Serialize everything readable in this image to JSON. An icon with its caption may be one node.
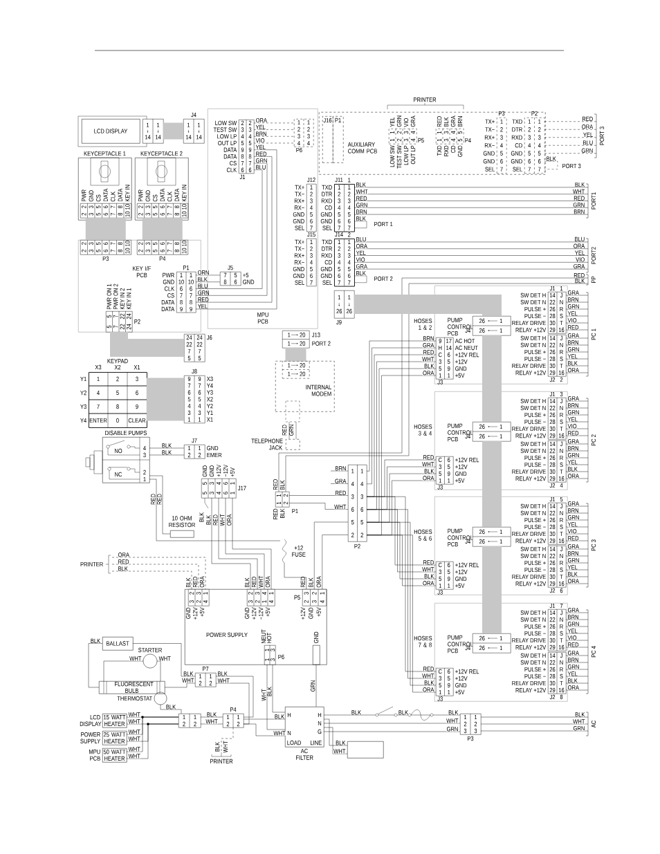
{
  "diagram": {
    "nodes": [
      {
        "text": [
          "LCD DISPLAY"
        ]
      },
      {
        "text": [
          "1",
          "1",
          "14",
          "14"
        ]
      },
      {
        "text": [
          "J4",
          "1",
          "1",
          "14",
          "14"
        ]
      },
      {
        "text": [
          "MPU PCB"
        ]
      },
      {
        "text": [
          "2",
          "2",
          "3",
          "3",
          "4",
          "4",
          "5",
          "5",
          "9",
          "9",
          "8",
          "8",
          "7",
          "7",
          "6",
          "6",
          "J1"
        ],
        "beside": [
          "LOW SW",
          "TEST SW",
          "LOW LP",
          "OUT LP",
          "DATA",
          "DATA",
          "CS",
          "CLK"
        ],
        "in": 3
      },
      {
        "text": [
          "1",
          "1",
          "2",
          "2",
          "3",
          "3",
          "4",
          "4",
          "P6"
        ],
        "in": 3
      },
      {
        "text": [
          "AUXILIARY COMM PCB"
        ]
      },
      {
        "text": [
          "J16"
        ],
        "in": 6
      },
      {
        "text": [
          "P1"
        ],
        "in": 6
      },
      {
        "text": [
          "1",
          "2",
          "3",
          "4",
          "1",
          "2",
          "3",
          "4",
          "P5"
        ],
        "beside": [
          "YEL",
          "GRN",
          "VIO",
          "GRA",
          "LOW SW",
          "TEST SW",
          "LOW LP",
          "OUT LP"
        ],
        "in": 6
      },
      {
        "text": [
          "1",
          "3",
          "4",
          "5",
          "1",
          "3",
          "4",
          "5",
          "P4"
        ],
        "beside": [
          "RED",
          "BLK",
          "GRA",
          "BRN",
          "TXD",
          "RXD",
          "CD",
          "GND"
        ],
        "in": 6
      },
      {
        "text": [
          "PRINTER"
        ]
      },
      {
        "text": [
          "P3",
          "1",
          "2",
          "3",
          "4",
          "5",
          "6",
          "7"
        ],
        "beside": [
          "TX+",
          "TX−",
          "RX+",
          "RX−",
          "GND",
          "GND",
          "SEL"
        ],
        "in": 6
      },
      {
        "text": [
          "P2",
          "1",
          "1",
          "2",
          "2",
          "3",
          "3",
          "4",
          "4",
          "5",
          "5",
          "6",
          "6",
          "7",
          "7"
        ],
        "beside": [
          "TXD",
          "DTR",
          "RXD",
          "CD",
          "GND",
          "GND",
          "SEL"
        ],
        "in": 6
      },
      {
        "text": [
          "PORT 3"
        ],
        "beside": [
          "RED",
          "ORA",
          "YEL",
          "BLU",
          "GRN"
        ]
      },
      {
        "text": [
          "J12",
          "1",
          "2",
          "3",
          "4",
          "5",
          "6",
          "7"
        ],
        "beside": [
          "TX+",
          "TX−",
          "RX+",
          "RX−",
          "GND",
          "GND",
          "SEL"
        ],
        "in": 3
      },
      {
        "text": [
          "J11",
          "1",
          "1",
          "2",
          "2",
          "3",
          "3",
          "4",
          "4",
          "5",
          "5",
          "6",
          "6",
          "7",
          "7"
        ],
        "beside": [
          "TXD",
          "DTR",
          "RXD",
          "CD",
          "GND",
          "GND",
          "SEL"
        ]
      },
      {
        "text": [
          "PORT1"
        ],
        "beside": [
          "BLK",
          "WHT",
          "RED",
          "GRN",
          "BRN"
        ]
      },
      {
        "text": [
          "J15",
          "1",
          "2",
          "3",
          "4",
          "5",
          "6",
          "7"
        ],
        "beside": [
          "TX+",
          "TX−",
          "RX+",
          "RX−",
          "GND",
          "GND",
          "SEL"
        ],
        "in": 3
      },
      {
        "text": [
          "J14",
          "1",
          "1",
          "2",
          "2",
          "3",
          "3",
          "4",
          "4",
          "5",
          "5",
          "6",
          "6",
          "7",
          "7"
        ],
        "beside": [
          "TXD",
          "DTR",
          "RXD",
          "CD",
          "GND",
          "GND",
          "SEL"
        ]
      },
      {
        "text": [
          "PORT2"
        ],
        "beside": [
          "BLU",
          "ORA",
          "YEL",
          "VIO",
          "GRA"
        ]
      },
      {
        "text": [
          "PP"
        ],
        "beside": [
          "RED",
          "BLK"
        ]
      },
      {
        "text": [
          "1",
          "1",
          "26",
          "26",
          "J9"
        ]
      },
      {
        "text": [
          "KEYCEPTACLE 1"
        ]
      },
      {
        "text": [
          "2",
          "3",
          "5",
          "6",
          "7",
          "8",
          "10",
          "2",
          "3",
          "5",
          "6",
          "7",
          "8",
          "10"
        ],
        "beside": [
          "PWR",
          "GND",
          "CS",
          "DATA",
          "CLK",
          "DATA",
          "KEY IN"
        ],
        "in": 23
      },
      {
        "text": [
          "KEYCEPTACLE 2"
        ]
      },
      {
        "text": [
          "2",
          "3",
          "5",
          "6",
          "7",
          "8",
          "10",
          "2",
          "3",
          "5",
          "6",
          "7",
          "8",
          "10"
        ],
        "beside": [
          "PWR",
          "GND",
          "CS",
          "DATA",
          "CLK",
          "DATA",
          "KEY IN"
        ],
        "in": 25
      },
      {
        "text": [
          "2",
          "3",
          "5",
          "6",
          "7",
          "8",
          "10",
          "2",
          "3",
          "5",
          "6",
          "7",
          "8",
          "10",
          "P3"
        ],
        "in": 29
      },
      {
        "text": [
          "2",
          "3",
          "5",
          "6",
          "7",
          "8",
          "10",
          "2",
          "3",
          "5",
          "6",
          "7",
          "8",
          "10",
          "P4"
        ],
        "in": 29
      },
      {
        "text": [
          "KEY I/F PCB"
        ]
      },
      {
        "text": [
          "P1",
          "1",
          "1",
          "10",
          "10",
          "6",
          "6",
          "7",
          "7",
          "8",
          "8",
          "9",
          "9"
        ],
        "beside": [
          "PWR",
          "GND",
          "CLK",
          "CS",
          "DATA",
          "DATA",
          "BLU",
          "GRN",
          "RED",
          "YEL"
        ],
        "in": 29
      },
      {
        "text": [
          "J5",
          "7",
          "5",
          "8",
          "6"
        ],
        "beside": [
          "+5",
          "GND"
        ],
        "in": 3
      },
      {
        "text": [
          "5",
          "7",
          "22",
          "24",
          "5",
          "7",
          "22",
          "24",
          "P2"
        ],
        "beside": [
          "PWR ON 1",
          "PWR ON 2",
          "KEY IN 2",
          "KEY IN 1"
        ],
        "in": 29
      },
      {
        "text": [
          "24",
          "24",
          "22",
          "22",
          "7",
          "7",
          "5",
          "5",
          "J6"
        ]
      },
      {
        "text": [
          "KEYPAD",
          "1",
          "2",
          "3",
          "4",
          "5",
          "6",
          "7",
          "8",
          "9",
          "ENTER",
          "0",
          "CLEAR"
        ],
        "beside": [
          "X3",
          "X2",
          "X1",
          "Y1",
          "Y2",
          "Y3",
          "Y4"
        ]
      },
      {
        "text": [
          "J8",
          "9",
          "9",
          "7",
          "7",
          "6",
          "6",
          "5",
          "5",
          "4",
          "4",
          "3",
          "3",
          "1",
          "1"
        ],
        "beside": [
          "X3",
          "Y4",
          "Y3",
          "X2",
          "Y2",
          "Y1",
          "X1"
        ]
      },
      {
        "text": [
          "DISABLE PUMPS",
          "NO",
          "NC",
          "4",
          "3",
          "2",
          "1"
        ]
      },
      {
        "text": [
          "J7",
          "1",
          "1",
          "2",
          "2"
        ],
        "beside": [
          "GND",
          "EMER"
        ]
      },
      {
        "text": [
          "5",
          "3",
          "4",
          "6",
          "1",
          "5",
          "3",
          "4",
          "6",
          "1",
          "J17"
        ],
        "beside": [
          "GND",
          "GND",
          "+12V",
          "−12V",
          "+5V"
        ]
      },
      {
        "text": [
          "1",
          "20",
          "1",
          "20",
          "J13"
        ],
        "beside": [
          "PORT 2"
        ]
      },
      {
        "text": [
          "1",
          "20",
          "1",
          "20"
        ],
        "in": 41
      },
      {
        "text": [
          "INTERNAL MODEM"
        ]
      },
      {
        "text": [
          "TELEPHONE JACK"
        ],
        "beside": [
          "RED",
          "GRN"
        ]
      },
      {
        "text": [
          "PUMP CONTROL PCB"
        ],
        "beside": [
          "HOSES 1 & 2"
        ]
      },
      {
        "text": [
          "J4",
          "26",
          "1",
          "26",
          "1"
        ],
        "in": 43
      },
      {
        "text": [
          "J1",
          "14",
          "J",
          "22",
          "N",
          "26",
          "R",
          "28",
          "S",
          "30",
          "T",
          "29",
          "16"
        ],
        "beside": [
          "SW DET H",
          "SW DET N",
          "PULSE +",
          "PULSE −",
          "RELAY DRIVE",
          "RELAY +12V",
          "1"
        ],
        "in": 43
      },
      {
        "text": [
          "14",
          "J",
          "22",
          "N",
          "26",
          "R",
          "28",
          "S",
          "30",
          "T",
          "29",
          "16",
          "J2"
        ],
        "beside": [
          "SW DET H",
          "SW DET N",
          "PULSE +",
          "PULSE −",
          "RELAY DRIVE",
          "RELAY +12V",
          "2"
        ],
        "in": 43
      },
      {
        "text": [
          "9",
          "17",
          "H",
          "14",
          "C",
          "6",
          "3",
          "5",
          "5",
          "9",
          "1",
          "1",
          "J3"
        ],
        "beside": [
          "AC HOT",
          "AC NEUT",
          "+12V REL",
          "+12V",
          "GND",
          "+5V"
        ],
        "in": 43
      },
      {
        "text": [
          "PC 1"
        ]
      },
      {
        "text": [
          "PUMP CONTROL PCB"
        ],
        "beside": [
          "HOSES 3 & 4"
        ]
      },
      {
        "text": [
          "J4",
          "26",
          "1",
          "26",
          "1"
        ],
        "in": 49
      },
      {
        "text": [
          "J1",
          "14",
          "J",
          "22",
          "N",
          "26",
          "R",
          "28",
          "S",
          "30",
          "T",
          "29",
          "16"
        ],
        "beside": [
          "SW DET H",
          "SW DET N",
          "PULSE +",
          "PULSE −",
          "RELAY DRIVE",
          "RELAY +12V",
          "3"
        ],
        "in": 49
      },
      {
        "text": [
          "14",
          "J",
          "22",
          "N",
          "26",
          "R",
          "28",
          "S",
          "30",
          "T",
          "29",
          "16",
          "J2"
        ],
        "beside": [
          "SW DET H",
          "SW DET N",
          "PULSE +",
          "PULSE −",
          "RELAY DRIVE",
          "RELAY +12V",
          "4"
        ],
        "in": 49
      },
      {
        "text": [
          "C",
          "6",
          "3",
          "5",
          "5",
          "9",
          "1",
          "1",
          "J3"
        ],
        "beside": [
          "+12V REL",
          "+12V",
          "GND",
          "+5V"
        ],
        "in": 49
      },
      {
        "text": [
          "PC 2"
        ]
      },
      {
        "text": [
          "PUMP CONTROL PCB"
        ],
        "beside": [
          "HOSES 5 & 6"
        ]
      },
      {
        "text": [
          "J4",
          "26",
          "1",
          "26",
          "1"
        ],
        "in": 55
      },
      {
        "text": [
          "J1",
          "14",
          "J",
          "22",
          "N",
          "26",
          "R",
          "28",
          "S",
          "30",
          "T",
          "29",
          "16"
        ],
        "beside": [
          "SW DET H",
          "SW DET N",
          "PULSE +",
          "PULSE −",
          "RELAY DRIVE",
          "RELAY +12V",
          "5"
        ],
        "in": 55
      },
      {
        "text": [
          "14",
          "J",
          "22",
          "N",
          "26",
          "R",
          "28",
          "S",
          "30",
          "T",
          "29",
          "16",
          "J2"
        ],
        "beside": [
          "SW DET H",
          "SW DET N",
          "PULSE +",
          "PULSE −",
          "RELAY DRIVE",
          "RELAY +12V",
          "6"
        ],
        "in": 55
      },
      {
        "text": [
          "C",
          "6",
          "3",
          "5",
          "5",
          "9",
          "1",
          "1",
          "J3"
        ],
        "beside": [
          "+12V REL",
          "+12V",
          "GND",
          "+5V"
        ],
        "in": 55
      },
      {
        "text": [
          "PC 3"
        ]
      },
      {
        "text": [
          "PUMP CONTROL PCB"
        ],
        "beside": [
          "HOSES 7 & 8"
        ]
      },
      {
        "text": [
          "J4",
          "26",
          "1",
          "26",
          "1"
        ],
        "in": 61
      },
      {
        "text": [
          "J1",
          "14",
          "J",
          "22",
          "N",
          "26",
          "R",
          "28",
          "S",
          "30",
          "T",
          "29",
          "16"
        ],
        "beside": [
          "SW DET H",
          "SW DET N",
          "PULSE +",
          "PULSE −",
          "RELAY DRIVE",
          "RELAY +12V",
          "7"
        ],
        "in": 61
      },
      {
        "text": [
          "14",
          "J",
          "22",
          "N",
          "26",
          "R",
          "28",
          "S",
          "30",
          "T",
          "29",
          "16",
          "J2"
        ],
        "beside": [
          "SW DET H",
          "SW DET N",
          "PULSE +",
          "PULSE −",
          "RELAY DRIVE",
          "RELAY +12V",
          "8"
        ],
        "in": 61
      },
      {
        "text": [
          "C",
          "6",
          "3",
          "5",
          "5",
          "9",
          "1",
          "1",
          "J3"
        ],
        "beside": [
          "+12V REL",
          "+12V",
          "GND",
          "+5V"
        ],
        "in": 61
      },
      {
        "text": [
          "PC 4"
        ]
      },
      {
        "text": [
          "1",
          "1",
          "4",
          "4",
          "3",
          "3",
          "6",
          "6",
          "5",
          "5",
          "2",
          "2",
          "P2"
        ]
      },
      {
        "text": [
          "1",
          "2",
          "1",
          "2",
          "P1"
        ],
        "beside": [
          "RED",
          "BLK",
          "RED",
          "BLK"
        ]
      },
      {
        "text": [
          "10 OHM RESISTOR"
        ]
      },
      {
        "text": [
          "+12 FUSE"
        ]
      },
      {
        "text": [
          "PRINTER"
        ]
      },
      {
        "text": [
          "POWER SUPPLY"
        ]
      },
      {
        "text": [
          "2",
          "3",
          "1",
          "3",
          "2",
          "4"
        ],
        "beside": [
          "BLK",
          "RED",
          "ORA",
          "GND",
          "+12V",
          "+5V"
        ],
        "in": 72
      },
      {
        "text": [
          "2",
          "3",
          "4",
          "1",
          "3",
          "2",
          "1",
          "4"
        ],
        "beside": [
          "BLK",
          "RED",
          "WHT",
          "ORA",
          "GND",
          "+12V",
          "−12V",
          "+5V"
        ],
        "in": 72
      },
      {
        "text": [
          "P5",
          "3",
          "2",
          "1",
          "2",
          "3",
          "4"
        ],
        "beside": [
          "RED",
          "BLK",
          "ORA",
          "+12V",
          "GND",
          "+5V"
        ],
        "in": 72
      },
      {
        "text": [
          "1",
          "3",
          "1",
          "3",
          "P6"
        ],
        "beside": [
          "NEUT",
          "HOT"
        ],
        "in": 72
      },
      {
        "text": [
          "GND"
        ],
        "in": 72
      },
      {
        "text": [
          "BALLAST"
        ]
      },
      {
        "text": [
          "STARTER"
        ]
      },
      {
        "text": [
          "FLUORESCENT BULB"
        ]
      },
      {
        "text": [
          "P7",
          "1",
          "1",
          "2",
          "2"
        ]
      },
      {
        "text": [
          "THERMOSTAT"
        ]
      },
      {
        "text": [
          "15 WATT HEATER"
        ],
        "beside": [
          "LCD DISPLAY"
        ]
      },
      {
        "text": [
          "25 WATT HEATER"
        ],
        "beside": [
          "POWER SUPPLY"
        ]
      },
      {
        "text": [
          "50 WATT HEATER"
        ],
        "beside": [
          "MPU PCB"
        ]
      },
      {
        "text": [
          "1",
          "1",
          "2",
          "2"
        ]
      },
      {
        "text": [
          "P4",
          "1",
          "1",
          "2",
          "2"
        ]
      },
      {
        "text": [
          "PRINTER"
        ],
        "beside": [
          "BLK",
          "WHT"
        ]
      },
      {
        "text": [
          "H",
          "N",
          "H",
          "N",
          "G",
          "LOAD",
          "LINE",
          "AC FILTER"
        ]
      },
      {
        "text": [],
        "shape": "box"
      },
      {
        "text": [
          "1",
          "1",
          "2",
          "2",
          "3",
          "3",
          "P3"
        ]
      },
      {
        "text": [
          "AC"
        ]
      }
    ],
    "edges": [
      {
        "from": 4,
        "to": 5,
        "arrow": "none",
        "label": "ORA",
        "style": "dashed"
      },
      {
        "from": 4,
        "to": 5,
        "arrow": "none",
        "label": "YEL",
        "style": "dashed"
      },
      {
        "from": 4,
        "to": 5,
        "arrow": "none",
        "label": "BRN",
        "style": "dashed"
      },
      {
        "from": 4,
        "to": 5,
        "arrow": "none",
        "label": "VIO",
        "style": "dashed"
      },
      {
        "from": 4,
        "to": 30,
        "arrow": "none",
        "label": "YEL"
      },
      {
        "from": 4,
        "to": 30,
        "arrow": "none",
        "label": "RED"
      },
      {
        "from": 4,
        "to": 30,
        "arrow": "none",
        "label": "GRN"
      },
      {
        "from": 4,
        "to": 30,
        "arrow": "none",
        "label": "BLU"
      },
      {
        "from": 30,
        "to": 31,
        "arrow": "none",
        "label": "ORN"
      },
      {
        "from": 30,
        "to": 31,
        "arrow": "none",
        "label": "BLK"
      },
      {
        "from": 16,
        "to": 17,
        "arrow": "none",
        "label": "BLK"
      },
      {
        "from": 16,
        "to": 17,
        "arrow": "none",
        "label": "WHT"
      },
      {
        "from": 16,
        "to": 17,
        "arrow": "none",
        "label": "RED"
      },
      {
        "from": 16,
        "to": 17,
        "arrow": "none",
        "label": "GRN"
      },
      {
        "from": 16,
        "to": 17,
        "arrow": "none",
        "label": "BRN"
      },
      {
        "from": 19,
        "to": 20,
        "arrow": "none",
        "label": "BLU"
      },
      {
        "from": 19,
        "to": 20,
        "arrow": "none",
        "label": "ORA"
      },
      {
        "from": 19,
        "to": 20,
        "arrow": "none",
        "label": "YEL"
      },
      {
        "from": 19,
        "to": 20,
        "arrow": "none",
        "label": "VIO"
      },
      {
        "from": 19,
        "to": 20,
        "arrow": "none",
        "label": "GRA"
      },
      {
        "from": 13,
        "to": 14,
        "arrow": "none",
        "style": "dashed"
      },
      {
        "from": 13,
        "to": 14,
        "arrow": "none",
        "style": "dashed"
      },
      {
        "from": 13,
        "to": 14,
        "arrow": "none",
        "style": "dashed"
      },
      {
        "from": 13,
        "to": 14,
        "arrow": "none",
        "style": "dashed"
      },
      {
        "from": 13,
        "to": 14,
        "arrow": "none",
        "style": "dashed"
      },
      {
        "from": 68,
        "to": 21,
        "arrow": "none"
      },
      {
        "from": 68,
        "to": 21,
        "arrow": "none"
      },
      {
        "from": 1,
        "to": 2,
        "arrow": "none",
        "style": "thick",
        "color": "#c7c7c7"
      },
      {
        "from": 24,
        "to": 27,
        "arrow": "none",
        "style": "thick",
        "color": "#c7c7c7"
      },
      {
        "from": 26,
        "to": 28,
        "arrow": "none",
        "style": "thick",
        "color": "#c7c7c7"
      },
      {
        "from": 32,
        "to": 33,
        "arrow": "none",
        "style": "thick",
        "color": "#c7c7c7"
      },
      {
        "from": 34,
        "to": 35,
        "arrow": "none",
        "style": "thick",
        "color": "#c7c7c7"
      },
      {
        "from": 39,
        "to": 40,
        "arrow": "none",
        "style": "thick",
        "color": "#c7c7c7"
      },
      {
        "from": 22,
        "to": 44,
        "arrow": "none",
        "style": "thick",
        "color": "#c7c7c7"
      },
      {
        "from": 44,
        "to": 50,
        "arrow": "none",
        "style": "thick",
        "color": "#c7c7c7"
      },
      {
        "from": 50,
        "to": 56,
        "arrow": "none",
        "style": "thick",
        "color": "#c7c7c7"
      },
      {
        "from": 56,
        "to": 62,
        "arrow": "none",
        "style": "thick",
        "color": "#c7c7c7"
      },
      {
        "from": 36,
        "to": 37,
        "arrow": "none",
        "label": "BLK"
      },
      {
        "from": 36,
        "to": 37,
        "arrow": "none",
        "label": "BLK"
      },
      {
        "from": 45,
        "to": 48,
        "arrow": "none",
        "label": "GRA"
      },
      {
        "from": 45,
        "to": 48,
        "arrow": "none",
        "label": "BRN"
      },
      {
        "from": 45,
        "to": 48,
        "arrow": "none",
        "label": "GRN"
      },
      {
        "from": 45,
        "to": 48,
        "arrow": "none",
        "label": "YEL"
      },
      {
        "from": 45,
        "to": 48,
        "arrow": "none",
        "label": "VIO"
      },
      {
        "from": 45,
        "to": 48,
        "arrow": "none",
        "label": "RED"
      },
      {
        "from": 46,
        "to": 48,
        "arrow": "none",
        "label": "GRA"
      },
      {
        "from": 46,
        "to": 48,
        "arrow": "none",
        "label": "BRN"
      },
      {
        "from": 46,
        "to": 48,
        "arrow": "none",
        "label": "GRN"
      },
      {
        "from": 46,
        "to": 48,
        "arrow": "none",
        "label": "YEL"
      },
      {
        "from": 46,
        "to": 48,
        "arrow": "none",
        "label": "BLK"
      },
      {
        "from": 46,
        "to": 48,
        "arrow": "none",
        "label": "ORA"
      },
      {
        "from": 51,
        "to": 54,
        "arrow": "none",
        "label": "GRA"
      },
      {
        "from": 51,
        "to": 54,
        "arrow": "none",
        "label": "BRN"
      },
      {
        "from": 51,
        "to": 54,
        "arrow": "none",
        "label": "GRN"
      },
      {
        "from": 51,
        "to": 54,
        "arrow": "none",
        "label": "YEL"
      },
      {
        "from": 51,
        "to": 54,
        "arrow": "none",
        "label": "VIO"
      },
      {
        "from": 51,
        "to": 54,
        "arrow": "none",
        "label": "RED"
      },
      {
        "from": 52,
        "to": 54,
        "arrow": "none",
        "label": "GRA"
      },
      {
        "from": 52,
        "to": 54,
        "arrow": "none",
        "label": "BRN"
      },
      {
        "from": 52,
        "to": 54,
        "arrow": "none",
        "label": "GRN"
      },
      {
        "from": 52,
        "to": 54,
        "arrow": "none",
        "label": "YEL"
      },
      {
        "from": 52,
        "to": 54,
        "arrow": "none",
        "label": "BLK"
      },
      {
        "from": 52,
        "to": 54,
        "arrow": "none",
        "label": "ORA"
      },
      {
        "from": 57,
        "to": 60,
        "arrow": "none",
        "label": "GRA"
      },
      {
        "from": 57,
        "to": 60,
        "arrow": "none",
        "label": "BRN"
      },
      {
        "from": 57,
        "to": 60,
        "arrow": "none",
        "label": "GRN"
      },
      {
        "from": 57,
        "to": 60,
        "arrow": "none",
        "label": "YEL"
      },
      {
        "from": 57,
        "to": 60,
        "arrow": "none",
        "label": "VIO"
      },
      {
        "from": 57,
        "to": 60,
        "arrow": "none",
        "label": "RED"
      },
      {
        "from": 58,
        "to": 60,
        "arrow": "none",
        "label": "GRA"
      },
      {
        "from": 58,
        "to": 60,
        "arrow": "none",
        "label": "BRN"
      },
      {
        "from": 58,
        "to": 60,
        "arrow": "none",
        "label": "GRN"
      },
      {
        "from": 58,
        "to": 60,
        "arrow": "none",
        "label": "YEL"
      },
      {
        "from": 58,
        "to": 60,
        "arrow": "none",
        "label": "BLK"
      },
      {
        "from": 58,
        "to": 60,
        "arrow": "none",
        "label": "ORA"
      },
      {
        "from": 63,
        "to": 66,
        "arrow": "none",
        "label": "GRA"
      },
      {
        "from": 63,
        "to": 66,
        "arrow": "none",
        "label": "BRN"
      },
      {
        "from": 63,
        "to": 66,
        "arrow": "none",
        "label": "GRN"
      },
      {
        "from": 63,
        "to": 66,
        "arrow": "none",
        "label": "YEL"
      },
      {
        "from": 63,
        "to": 66,
        "arrow": "none",
        "label": "VIO"
      },
      {
        "from": 63,
        "to": 66,
        "arrow": "none",
        "label": "RED"
      },
      {
        "from": 64,
        "to": 66,
        "arrow": "none",
        "label": "GRA"
      },
      {
        "from": 64,
        "to": 66,
        "arrow": "none",
        "label": "BRN"
      },
      {
        "from": 64,
        "to": 66,
        "arrow": "none",
        "label": "GRN"
      },
      {
        "from": 64,
        "to": 66,
        "arrow": "none",
        "label": "YEL"
      },
      {
        "from": 64,
        "to": 66,
        "arrow": "none",
        "label": "BLK"
      },
      {
        "from": 64,
        "to": 66,
        "arrow": "none",
        "label": "ORA"
      },
      {
        "from": 67,
        "to": 47,
        "arrow": "none",
        "label": "BRN"
      },
      {
        "from": 67,
        "to": 47,
        "arrow": "none",
        "label": "GRA"
      },
      {
        "from": 67,
        "to": 47,
        "arrow": "none",
        "label": "RED"
      },
      {
        "from": 67,
        "to": 47,
        "arrow": "none",
        "label": "WHT"
      },
      {
        "from": 67,
        "to": 47,
        "arrow": "none",
        "label": "BLK"
      },
      {
        "from": 67,
        "to": 47,
        "arrow": "none",
        "label": "ORA"
      },
      {
        "from": 67,
        "to": 53,
        "arrow": "none",
        "label": "RED"
      },
      {
        "from": 67,
        "to": 53,
        "arrow": "none",
        "label": "WHT"
      },
      {
        "from": 67,
        "to": 53,
        "arrow": "none",
        "label": "BLK"
      },
      {
        "from": 67,
        "to": 53,
        "arrow": "none",
        "label": "ORA"
      },
      {
        "from": 67,
        "to": 59,
        "arrow": "none",
        "label": "RED"
      },
      {
        "from": 67,
        "to": 59,
        "arrow": "none",
        "label": "WHT"
      },
      {
        "from": 67,
        "to": 59,
        "arrow": "none",
        "label": "BLK"
      },
      {
        "from": 67,
        "to": 59,
        "arrow": "none",
        "label": "ORA"
      },
      {
        "from": 67,
        "to": 65,
        "arrow": "none",
        "label": "RED"
      },
      {
        "from": 67,
        "to": 65,
        "arrow": "none",
        "label": "WHT"
      },
      {
        "from": 67,
        "to": 65,
        "arrow": "none",
        "label": "BLK"
      },
      {
        "from": 67,
        "to": 65,
        "arrow": "none",
        "label": "ORA"
      },
      {
        "from": null,
        "to": 67,
        "arrow": "none",
        "label": "BRN"
      },
      {
        "from": null,
        "to": 67,
        "arrow": "none",
        "label": "GRA"
      },
      {
        "from": 68,
        "to": 67,
        "arrow": "none",
        "label": "RED"
      },
      {
        "from": 68,
        "to": 67,
        "arrow": "none",
        "label": "WHT"
      },
      {
        "from": 38,
        "to": 74,
        "arrow": "none",
        "label": "BLK"
      },
      {
        "from": 38,
        "to": 74,
        "arrow": "none",
        "label": "RED"
      },
      {
        "from": 38,
        "to": 74,
        "arrow": "none",
        "label": "WHT"
      },
      {
        "from": 38,
        "to": 74,
        "arrow": "none",
        "label": "ORA"
      },
      {
        "from": 71,
        "to": 73,
        "arrow": "none",
        "label": "ORA",
        "style": "dashed"
      },
      {
        "from": 71,
        "to": 73,
        "arrow": "none",
        "label": "RED",
        "style": "dashed"
      },
      {
        "from": 71,
        "to": 73,
        "arrow": "none",
        "label": "BLK",
        "style": "dashed"
      },
      {
        "from": 75,
        "to": 70,
        "arrow": "none"
      },
      {
        "from": 75,
        "to": 67,
        "arrow": "none"
      },
      {
        "from": 75,
        "to": 67,
        "arrow": "none"
      },
      {
        "from": 36,
        "to": 69,
        "arrow": "none",
        "label": "RED"
      },
      {
        "from": 36,
        "to": 70,
        "arrow": "none",
        "label": "RED"
      },
      {
        "from": 78,
        "to": 80,
        "arrow": "none",
        "label": "BLK"
      },
      {
        "from": 79,
        "to": 80,
        "arrow": "none",
        "label": "WHT"
      },
      {
        "from": 79,
        "to": 80,
        "arrow": "none",
        "label": "WHT"
      },
      {
        "from": 78,
        "to": 81,
        "arrow": "none",
        "label": "BLK"
      },
      {
        "from": 80,
        "to": 81,
        "arrow": "none",
        "label": "WHT"
      },
      {
        "from": 81,
        "to": 87,
        "arrow": "none",
        "label": "BLK"
      },
      {
        "from": 81,
        "to": 87,
        "arrow": "none",
        "label": "WHT"
      },
      {
        "from": 87,
        "to": 89,
        "arrow": "none",
        "label": "BLK"
      },
      {
        "from": 87,
        "to": 89,
        "arrow": "none",
        "label": "WHT"
      },
      {
        "from": 76,
        "to": 89,
        "arrow": "none",
        "label": "WHT"
      },
      {
        "from": 76,
        "to": 89,
        "arrow": "none",
        "label": "BLK"
      },
      {
        "from": 77,
        "to": 89,
        "arrow": "none",
        "label": "GRN"
      },
      {
        "from": 83,
        "to": 86,
        "arrow": "none",
        "label": "WHT"
      },
      {
        "from": 83,
        "to": 86,
        "arrow": "none",
        "label": "WHT"
      },
      {
        "from": 84,
        "to": 86,
        "arrow": "none",
        "label": "WHT"
      },
      {
        "from": 84,
        "to": 86,
        "arrow": "none",
        "label": "WHT"
      },
      {
        "from": 85,
        "to": 86,
        "arrow": "none",
        "label": "WHT"
      },
      {
        "from": 85,
        "to": 86,
        "arrow": "none",
        "label": "WHT"
      },
      {
        "from": 82,
        "to": 86,
        "arrow": "none",
        "label": "BLK"
      },
      {
        "from": 86,
        "to": 87,
        "arrow": "none",
        "label": "BLK"
      },
      {
        "from": 86,
        "to": 87,
        "arrow": "none",
        "label": "WHT"
      },
      {
        "from": 89,
        "to": 91,
        "arrow": "none",
        "label": "BLK"
      },
      {
        "from": 89,
        "to": 91,
        "arrow": "none",
        "label": "WHT"
      },
      {
        "from": 89,
        "to": 91,
        "arrow": "none",
        "label": "GRN"
      },
      {
        "from": 89,
        "to": 90,
        "arrow": "none",
        "label": "BLK"
      },
      {
        "from": 89,
        "to": 90,
        "arrow": "none",
        "label": "WHT"
      },
      {
        "from": 91,
        "to": 92,
        "arrow": "none",
        "label": "BLK"
      },
      {
        "from": 91,
        "to": 92,
        "arrow": "none",
        "label": "WHT"
      },
      {
        "from": 91,
        "to": 92,
        "arrow": "none",
        "label": "GRN"
      },
      {
        "from": 87,
        "to": 88,
        "arrow": "none",
        "style": "dashed"
      }
    ],
    "labels": [
      "1",
      "BLK",
      "PORT 1",
      "2",
      "BLK",
      "PORT 2",
      "BLK",
      "PORT 3",
      "BLK",
      "BLK",
      "BLK"
    ]
  }
}
